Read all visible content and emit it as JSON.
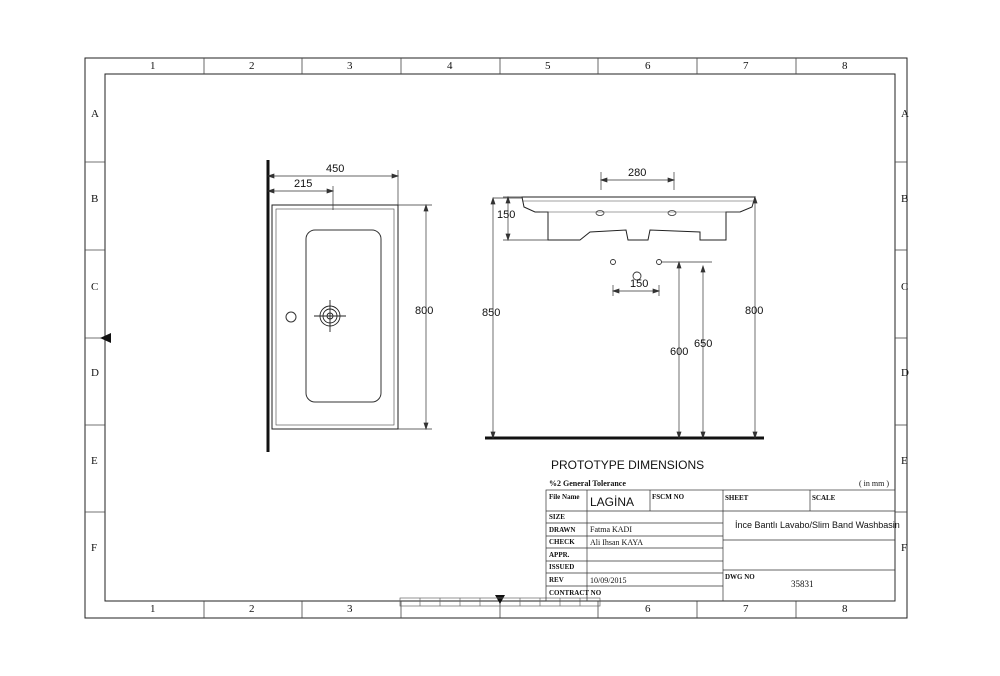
{
  "grid": {
    "columns": [
      "1",
      "2",
      "3",
      "4",
      "5",
      "6",
      "7",
      "8"
    ],
    "rows": [
      "A",
      "B",
      "C",
      "D",
      "E",
      "F"
    ]
  },
  "top_view": {
    "dim_total_width": "450",
    "dim_half_width": "215",
    "dim_depth": "800"
  },
  "front_view": {
    "dim_hole_spacing": "280",
    "dim_bowl_height": "150",
    "dim_drain_spacing": "150",
    "dim_total_height": "850",
    "dim_height_600": "600",
    "dim_height_650": "650",
    "dim_height_800": "800"
  },
  "title_block": {
    "heading": "PROTOTYPE DIMENSIONS",
    "tolerance": "%2 General Tolerance",
    "units": "( in mm )",
    "file_name_label": "File Name",
    "file_name_value": "LAGİNA",
    "fscm_label": "FSCM NO",
    "sheet_label": "SHEET",
    "scale_label": "SCALE",
    "size_label": "SIZE",
    "drawn_label": "DRAWN",
    "drawn_value": "Fatma KADI",
    "check_label": "CHECK",
    "check_value": "Ali Ihsan KAYA",
    "appr_label": "APPR.",
    "issued_label": "ISSUED",
    "rev_label": "REV",
    "rev_value": "10/09/2015",
    "contract_label": "CONTRACT NO",
    "description": "İnce Bantlı Lavabo/Slim Band Washbasin",
    "dwg_label": "DWG NO",
    "dwg_value": "35831"
  }
}
